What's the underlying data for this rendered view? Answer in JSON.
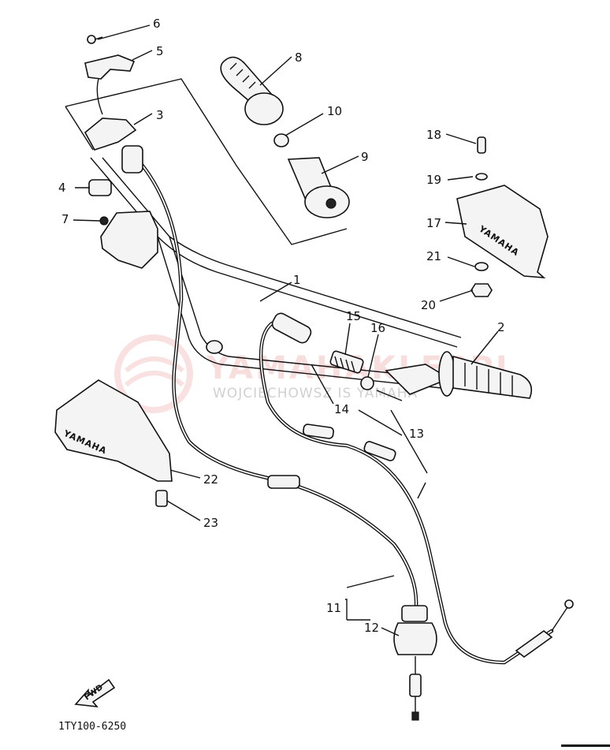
{
  "diagram": {
    "part_code": "1TY100-6250",
    "watermark": {
      "brand": "YAMAHAKLEPPL",
      "subtitle": "WOJCIECHOWSZ IS YAMAHA"
    },
    "fwd_label": "FWD",
    "brand_mark": "YAMAHA",
    "callouts": [
      {
        "label": "1"
      },
      {
        "label": "2"
      },
      {
        "label": "3"
      },
      {
        "label": "4"
      },
      {
        "label": "5"
      },
      {
        "label": "6"
      },
      {
        "label": "7"
      },
      {
        "label": "8"
      },
      {
        "label": "9"
      },
      {
        "label": "10"
      },
      {
        "label": "11"
      },
      {
        "label": "12"
      },
      {
        "label": "13"
      },
      {
        "label": "14"
      },
      {
        "label": "15"
      },
      {
        "label": "16"
      },
      {
        "label": "17"
      },
      {
        "label": "18"
      },
      {
        "label": "19"
      },
      {
        "label": "20"
      },
      {
        "label": "21"
      },
      {
        "label": "22"
      },
      {
        "label": "23"
      }
    ]
  }
}
